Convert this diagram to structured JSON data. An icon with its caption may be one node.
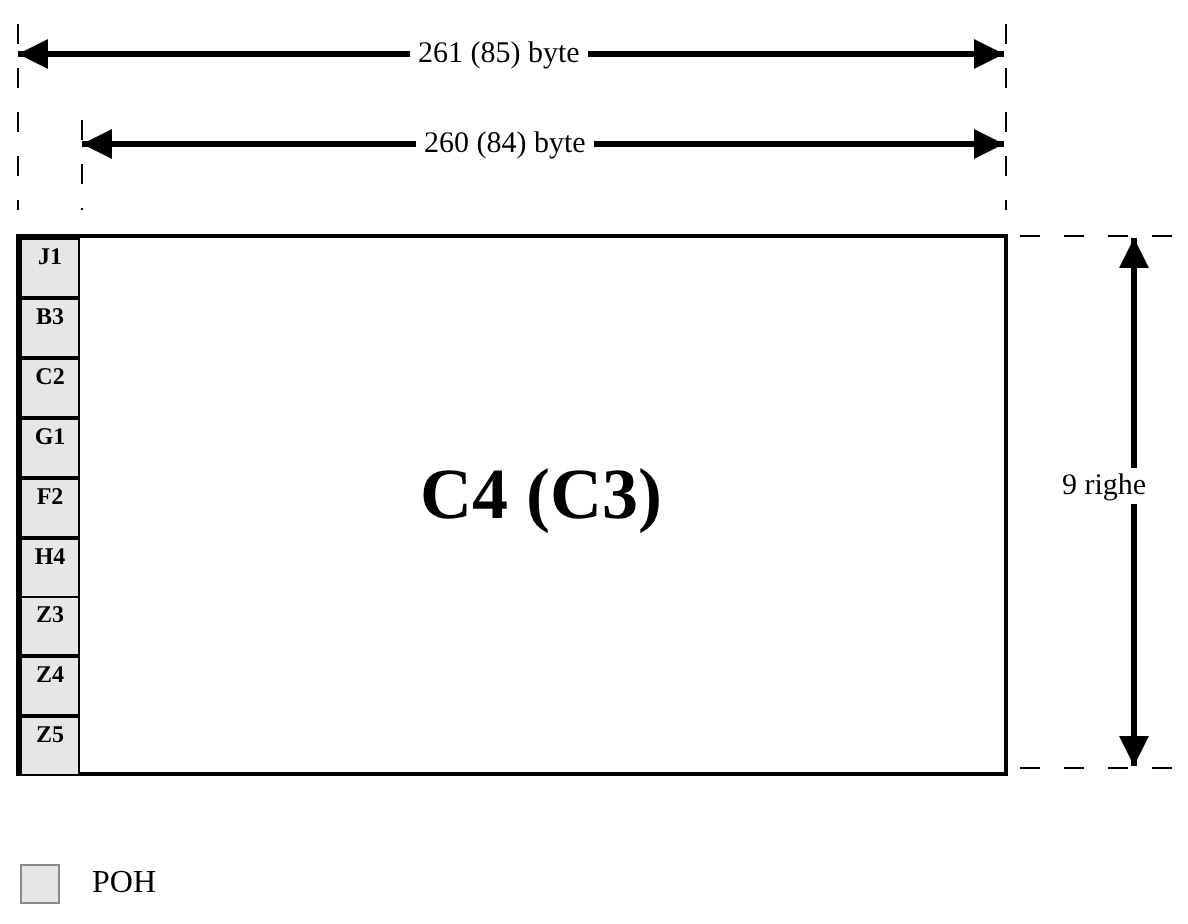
{
  "diagram": {
    "nodes": [
      {
        "text": [
          "C4 (C3)"
        ]
      },
      {
        "text": [
          "J1"
        ],
        "in": 0
      },
      {
        "text": [
          "B3"
        ],
        "in": 0
      },
      {
        "text": [
          "C2"
        ],
        "in": 0
      },
      {
        "text": [
          "G1"
        ],
        "in": 0
      },
      {
        "text": [
          "F2"
        ],
        "in": 0
      },
      {
        "text": [
          "H4"
        ],
        "in": 0
      },
      {
        "text": [
          "Z3"
        ],
        "in": 0
      },
      {
        "text": [
          "Z4"
        ],
        "in": 0
      },
      {
        "text": [
          "Z5"
        ],
        "in": 0
      }
    ],
    "labels": [
      "261 (85) byte",
      "260 (84) byte",
      "9 righe"
    ],
    "legend": [
      {
        "text": "POH",
        "color": "#e6e6e6"
      }
    ]
  }
}
